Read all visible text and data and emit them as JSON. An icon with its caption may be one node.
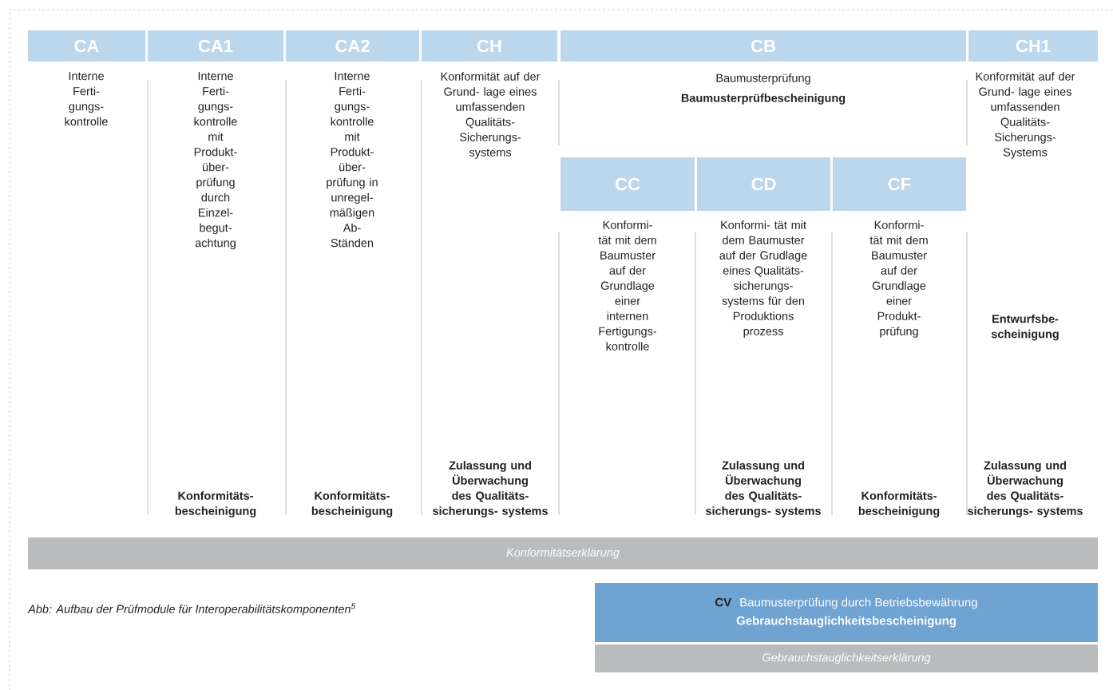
{
  "diagram": {
    "caption": "Abb: Aufbau der Prüfmodule für Interoperabilitätskomponenten$^{5}$",
    "nodes": [
      {
        "text": [
          "CA"
        ],
        "beside": [
          "Interne Ferti- gungs- kontrolle"
        ]
      },
      {
        "text": [
          "CA1"
        ],
        "beside": [
          "Interne Ferti- gungs- kontrolle mit Produkt- über- prüfung durch Einzel- begut- achtung"
        ]
      },
      {
        "text": [
          "CA2"
        ],
        "beside": [
          "Interne Ferti- gungs- kontrolle mit Produkt- über- prüfung in unregel- mäßigen Ab- Ständen"
        ]
      },
      {
        "text": [
          "CH"
        ],
        "beside": [
          "Konformität auf der Grund- lage eines umfassenden Qualitäts- Sicherungs- systems"
        ]
      },
      {
        "text": [
          "CB"
        ],
        "beside": [
          "Baumusterprüfung",
          "Baumusterprüfbescheinigung"
        ]
      },
      {
        "text": [
          "CH1"
        ],
        "beside": [
          "Konformität auf der Grund- lage eines umfassenden Qualitäts- Sicherungs- Systems"
        ]
      },
      {
        "text": [
          "CC"
        ],
        "beside": [
          "Konformi- tät mit dem Baumuster auf der Grundlage einer internen Fertigungs- kontrolle"
        ]
      },
      {
        "text": [
          "CD"
        ],
        "beside": [
          "Konformi- tät mit dem Baumuster auf der Grudlage eines Qualitäts- sicherungs- systems für den Produktions prozess"
        ]
      },
      {
        "text": [
          "CF"
        ],
        "beside": [
          "Konformi- tät mit dem Baumuster auf der Grundlage einer Produkt- prüfung"
        ]
      },
      {
        "text": [
          "Konformitätserklärung"
        ]
      },
      {
        "text": [
          "CV",
          "Baumusterprüfung durch Betriebsbewährung",
          "Gebrauchstauglichkeitsbescheinigung"
        ]
      },
      {
        "text": [
          "Gebrauchstauglichkeitserklärung"
        ]
      }
    ],
    "labels": [
      "Entwurfsbe- scheinigung",
      "Zulassung und Überwachung des Qualitäts- sicherungs- systems",
      "Zulassung und Überwachung des Qualitäts- sicherungs- systems",
      "Zulassung und Überwachung des Qualitäts- sicherungs- systems",
      "Konformitäts- bescheinigung",
      "Konformitäts- bescheinigung",
      "Konformitäts- bescheinigung"
    ]
  }
}
